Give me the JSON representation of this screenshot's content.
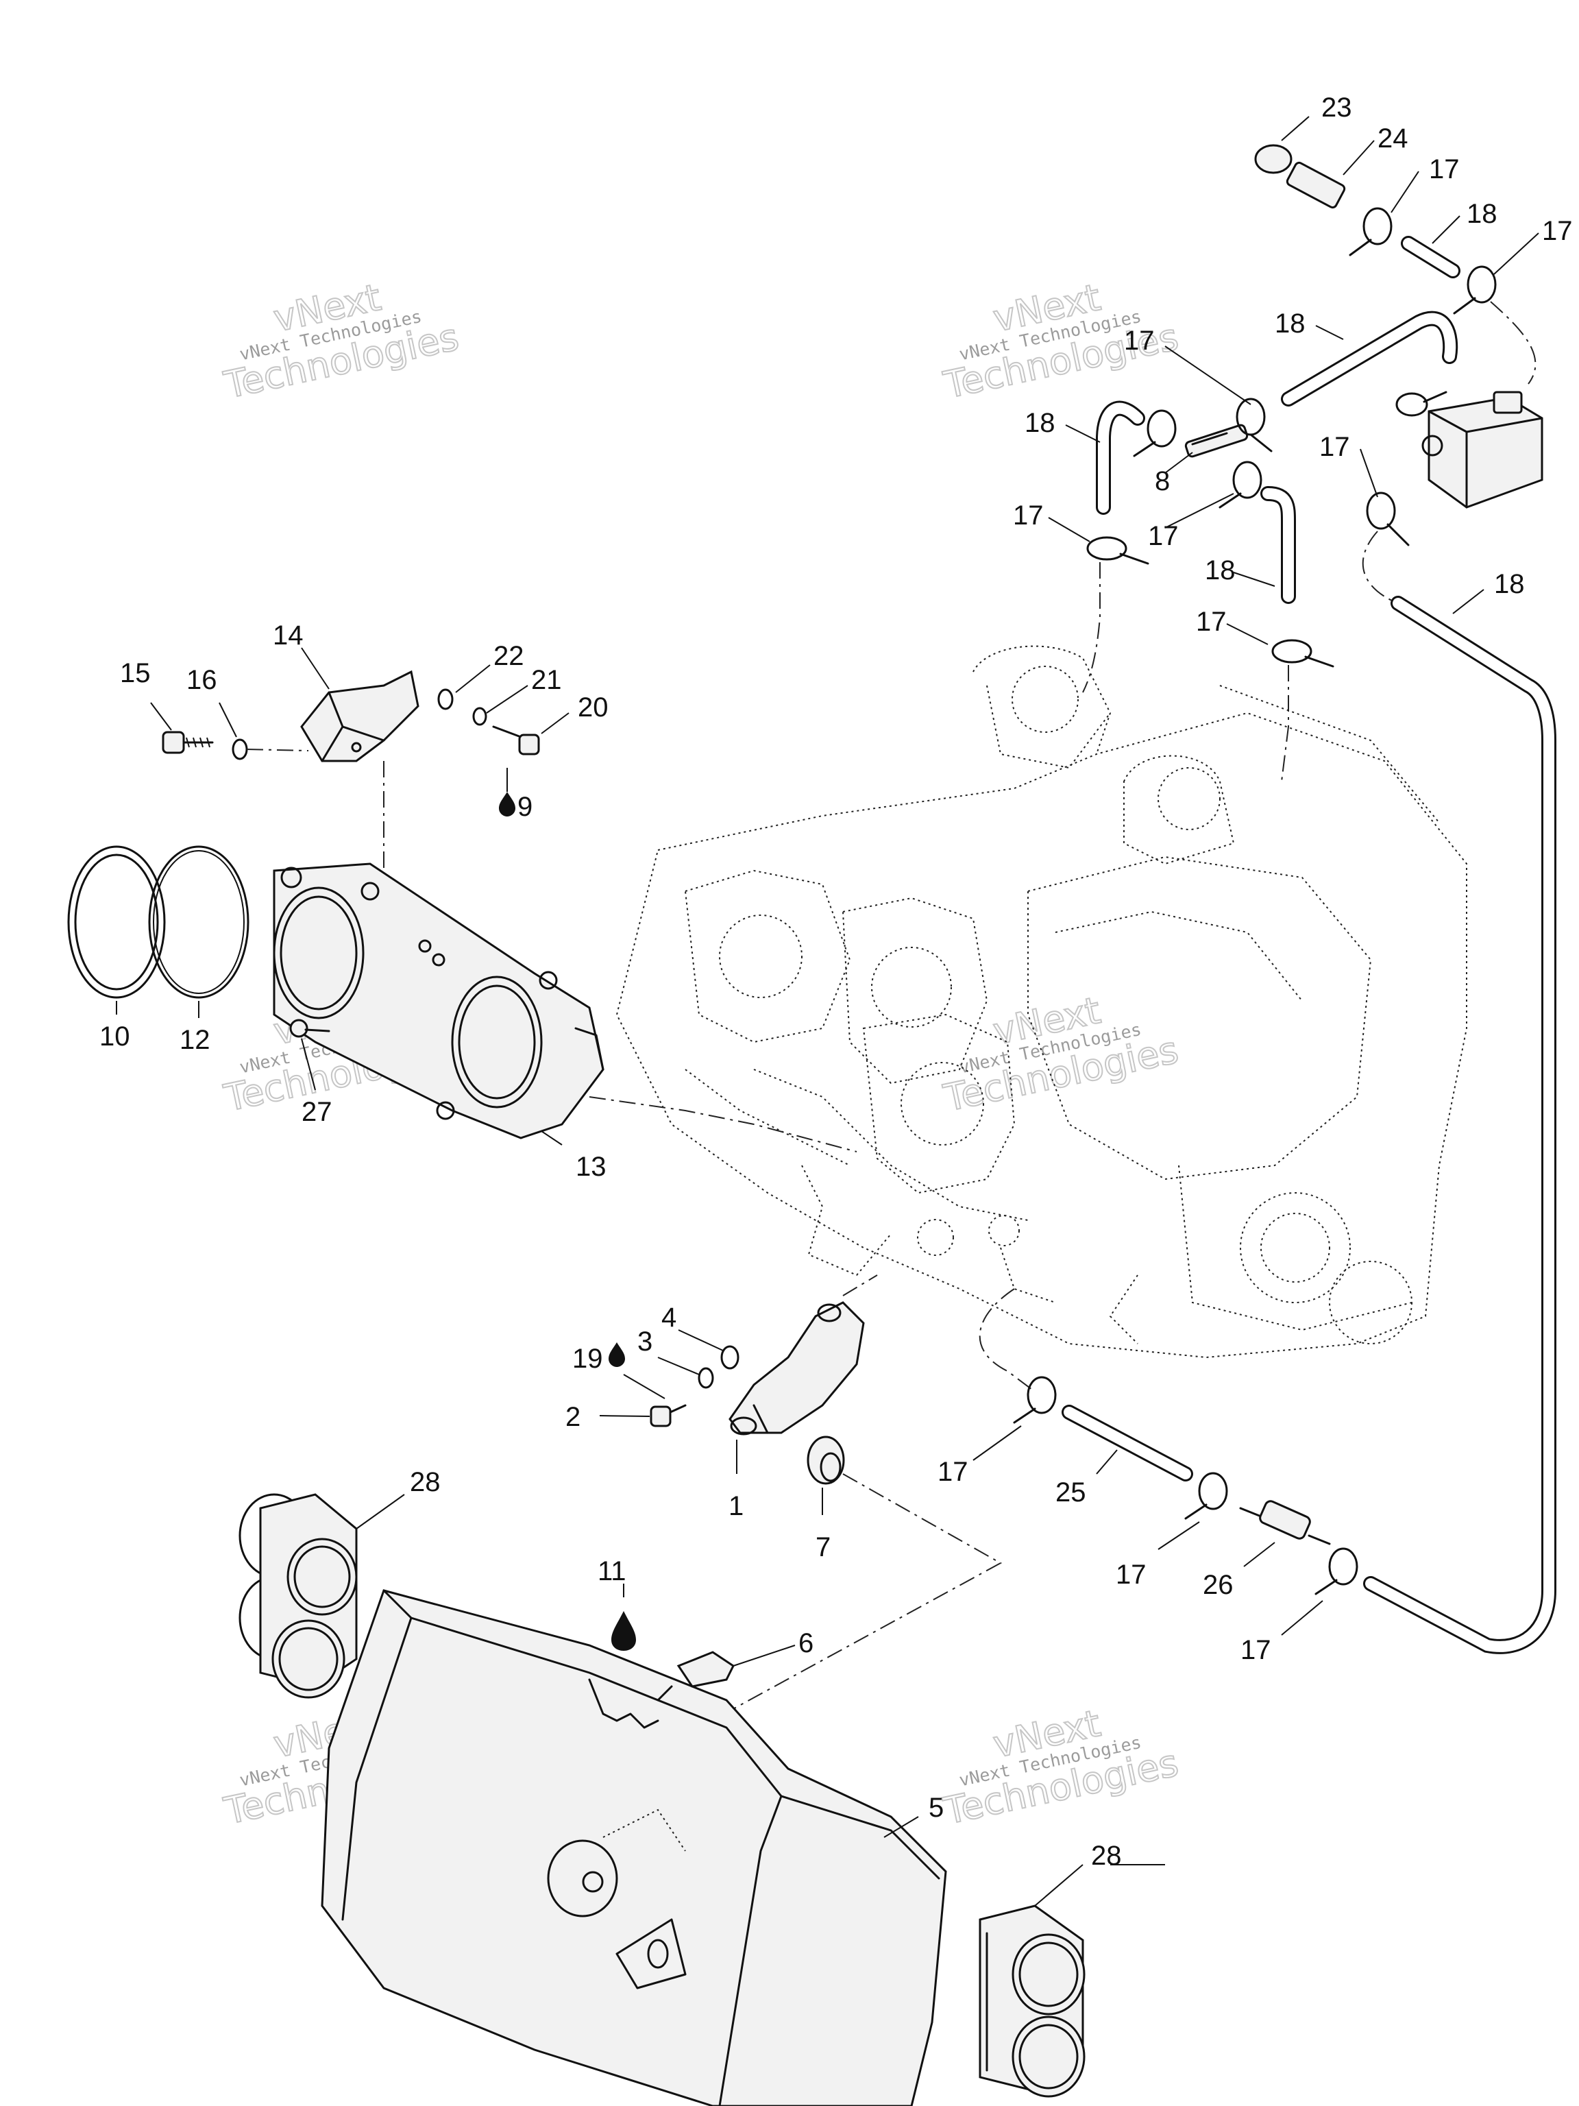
{
  "callouts": [
    {
      "label": "23"
    },
    {
      "label": "24"
    },
    {
      "label": "17"
    },
    {
      "label": "18"
    },
    {
      "label": "17"
    },
    {
      "label": "18"
    },
    {
      "label": "17"
    },
    {
      "label": "18"
    },
    {
      "label": "8"
    },
    {
      "label": "17"
    },
    {
      "label": "17"
    },
    {
      "label": "17"
    },
    {
      "label": "18"
    },
    {
      "label": "18"
    },
    {
      "label": "17"
    },
    {
      "label": "14"
    },
    {
      "label": "15"
    },
    {
      "label": "16"
    },
    {
      "label": "22"
    },
    {
      "label": "21"
    },
    {
      "label": "20"
    },
    {
      "label": "9"
    },
    {
      "label": "10"
    },
    {
      "label": "12"
    },
    {
      "label": "27"
    },
    {
      "label": "13"
    },
    {
      "label": "4"
    },
    {
      "label": "3"
    },
    {
      "label": "19"
    },
    {
      "label": "2"
    },
    {
      "label": "1"
    },
    {
      "label": "7"
    },
    {
      "label": "17"
    },
    {
      "label": "25"
    },
    {
      "label": "17"
    },
    {
      "label": "26"
    },
    {
      "label": "17"
    },
    {
      "label": "28"
    },
    {
      "label": "11"
    },
    {
      "label": "6"
    },
    {
      "label": "5"
    },
    {
      "label": "28"
    }
  ],
  "watermark": {
    "line_small": "vNext Technologies",
    "line_large_1": "vNext",
    "line_large_2": "Technologies"
  },
  "colors": {
    "ink": "#111111",
    "watermark": "#b8b8b8",
    "background": "#ffffff"
  },
  "icons": {
    "oil_drop": "oil-drop-icon"
  }
}
